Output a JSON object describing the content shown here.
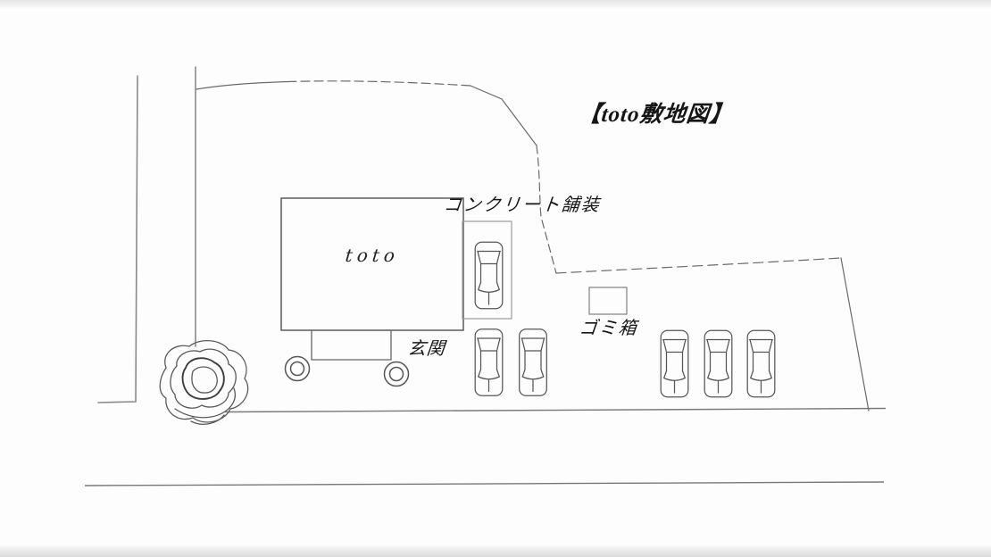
{
  "title": "【toto敷地図】",
  "labels": {
    "building": "toto",
    "pavement": "コンクリート舗装",
    "trash_bin": "ゴミ箱",
    "entrance": "玄関"
  },
  "site": {
    "type": "site-plan-sketch",
    "boundary_style": "dashed",
    "parked_cars_in_row": 5,
    "parked_cars_in_stall": 1,
    "features": [
      "road",
      "tree",
      "building",
      "entrance-porch",
      "concrete-paved-stall",
      "trash-bin",
      "parking-row"
    ]
  },
  "colors": {
    "line": "#5f5f5f",
    "light_line": "#8a8a8a",
    "text": "#161616",
    "background": "#fdfdfd"
  }
}
